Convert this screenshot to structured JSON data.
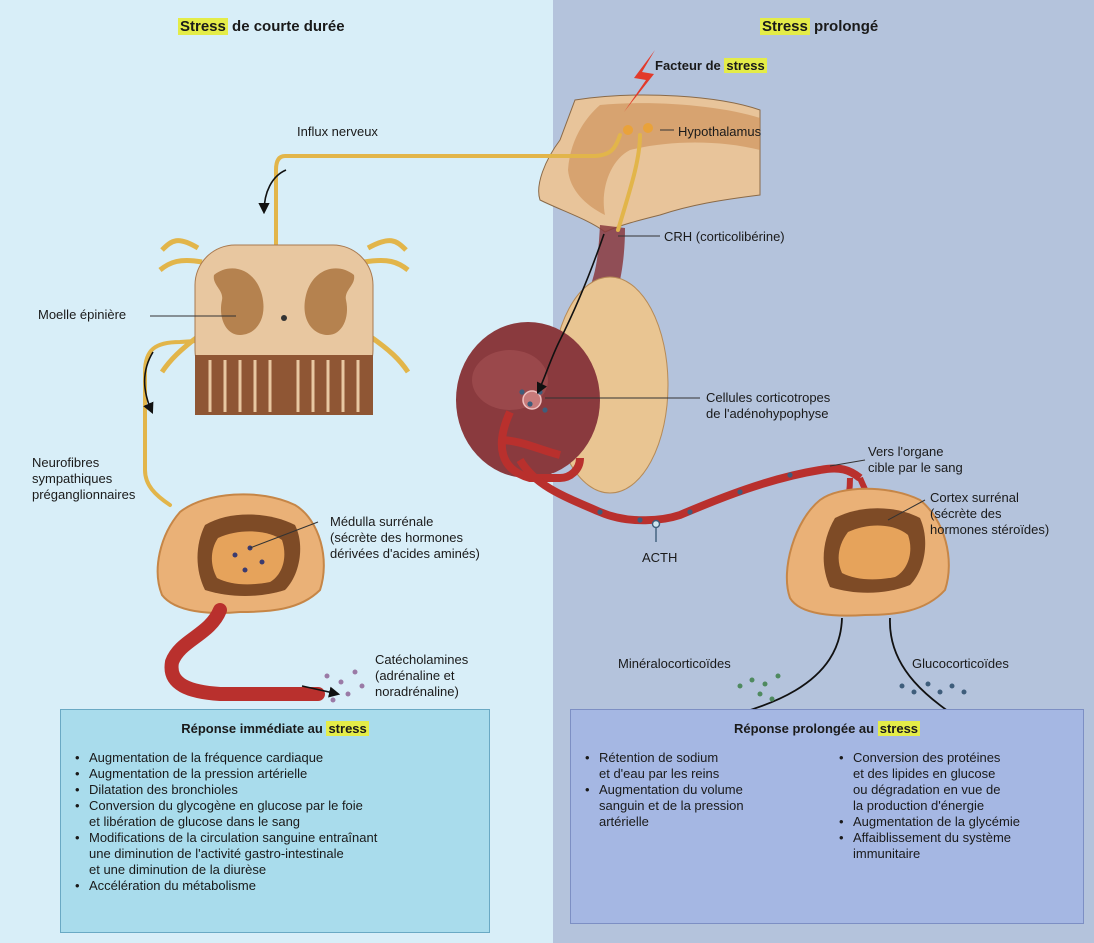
{
  "left_header": {
    "highlight": "Stress",
    "rest": " de courte durée"
  },
  "right_header": {
    "highlight": "Stress",
    "rest": " prolongé"
  },
  "stressor": {
    "prefix": "Facteur de ",
    "highlight": "stress"
  },
  "labels": {
    "influx": "Influx nerveux",
    "hypothalamus": "Hypothalamus",
    "crh": "CRH (corticolibérine)",
    "moelle": "Moelle épinière",
    "cellules": "Cellules corticotropes\nde l'adénohypophyse",
    "vers_organe": "Vers l'organe\ncible par le sang",
    "neurofibres": "Neurofibres\nsympathiques\npréganglionnaires",
    "medulla": "Médulla surrénale\n(sécrète des hormones\ndérivées d'acides aminés)",
    "cortex": "Cortex surrénal\n(sécrète des\nhormones stéroïdes)",
    "acth": "ACTH",
    "catecholamines": "Catécholamines\n(adrénaline et\nnoradrénaline)",
    "mineralocorticoides": "Minéralocorticoïdes",
    "glucocorticoides": "Glucocorticoïdes"
  },
  "immediate_response": {
    "title_prefix": "Réponse immédiate au ",
    "title_highlight": "stress",
    "items": [
      "Augmentation de la fréquence cardiaque",
      "Augmentation de la pression artérielle",
      "Dilatation des bronchioles",
      "Conversion du glycogène en glucose par le foie\net libération de glucose dans le sang",
      "Modifications de la circulation sanguine entraînant\nune diminution de l'activité gastro-intestinale\net une diminution de la diurèse",
      "Accélération du métabolisme"
    ]
  },
  "prolonged_response": {
    "title_prefix": "Réponse prolongée au ",
    "title_highlight": "stress",
    "left_items": [
      "Rétention de sodium\net d'eau par les reins",
      "Augmentation du volume\nsanguin et de la pression\nartérielle"
    ],
    "right_items": [
      "Conversion des protéines\net des lipides en glucose\nou dégradation en vue de\nla production d'énergie",
      "Augmentation de la glycémie",
      "Affaiblissement du système\nimmunitaire"
    ]
  },
  "colors": {
    "left_bg": "#d8eef8",
    "right_bg": "#b4c3dc",
    "highlight": "#e4ec48",
    "nerve": "#e2b54a",
    "vessel": "#b9302d",
    "gland": "#eab177",
    "pituitary": "#8a3a3e"
  }
}
